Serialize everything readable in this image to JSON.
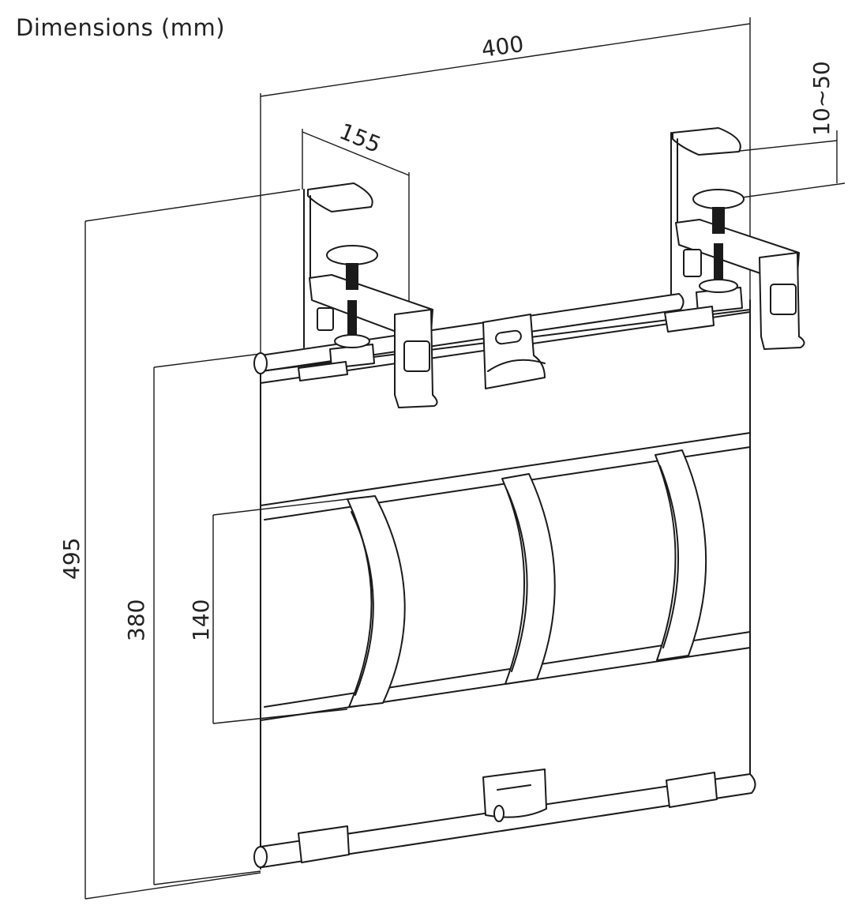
{
  "title": "Dimensions (mm)",
  "dimensions": {
    "width_total": "400",
    "clamp_depth": "155",
    "clamp_range": "10~50",
    "height_total": "495",
    "height_panel": "380",
    "height_band": "140"
  }
}
